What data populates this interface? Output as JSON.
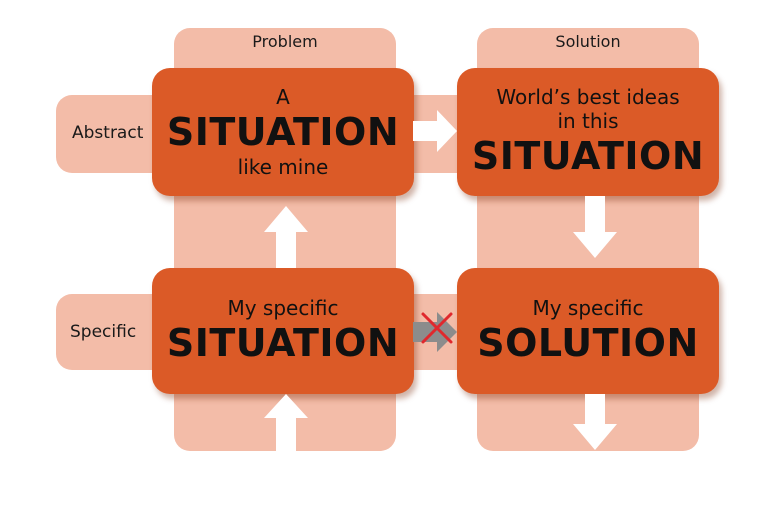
{
  "columns": {
    "problem": "Problem",
    "solution": "Solution"
  },
  "rows": {
    "abstract": "Abstract",
    "specific": "Specific"
  },
  "boxes": {
    "abstract_situation": {
      "line1": "A",
      "line2": "SITUATION",
      "line3": "like mine"
    },
    "best_ideas": {
      "line1": "World’s best ideas",
      "line2": "in this",
      "line3": "SITUATION"
    },
    "specific_situation": {
      "line1": "My specific",
      "line2": "SITUATION"
    },
    "specific_solution": {
      "line1": "My specific",
      "line2": "SOLUTION"
    }
  },
  "colors": {
    "box": "#db5a27",
    "band": "#f3bca8",
    "arrow": "#ffffff",
    "blocked_arrow": "#8c8c8c",
    "cross": "#e0282d"
  }
}
